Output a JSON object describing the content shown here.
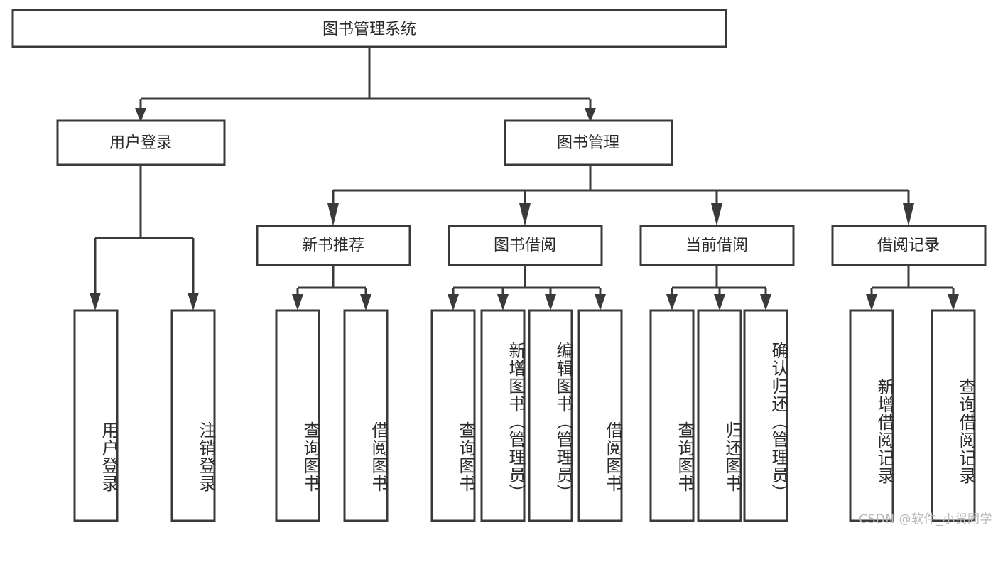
{
  "diagram": {
    "title": "图书管理系统",
    "type": "hierarchy-tree",
    "watermark": "CSDN @软件_小贺同学",
    "colors": {
      "stroke": "#3a3a3a",
      "fill": "#ffffff",
      "text": "#2b2b2b",
      "watermark": "#b9b9b9"
    },
    "root": {
      "label": "图书管理系统"
    },
    "level2": [
      {
        "label": "用户登录"
      },
      {
        "label": "图书管理"
      }
    ],
    "level3": [
      {
        "label": "新书推荐"
      },
      {
        "label": "图书借阅"
      },
      {
        "label": "当前借阅"
      },
      {
        "label": "借阅记录"
      }
    ],
    "leaves": {
      "user_login": [
        {
          "label": "用户登录"
        },
        {
          "label": "注销登录"
        }
      ],
      "new_book_recommend": [
        {
          "label": "查询图书"
        },
        {
          "label": "借阅图书"
        }
      ],
      "book_borrow": [
        {
          "label": "查询图书"
        },
        {
          "label": "新增图书（管理员）"
        },
        {
          "label": "编辑图书（管理员）"
        },
        {
          "label": "借阅图书"
        }
      ],
      "current_borrow": [
        {
          "label": "查询图书"
        },
        {
          "label": "归还图书"
        },
        {
          "label": "确认归还（管理员）"
        }
      ],
      "borrow_record": [
        {
          "label": "新增借阅记录"
        },
        {
          "label": "查询借阅记录"
        }
      ]
    }
  }
}
